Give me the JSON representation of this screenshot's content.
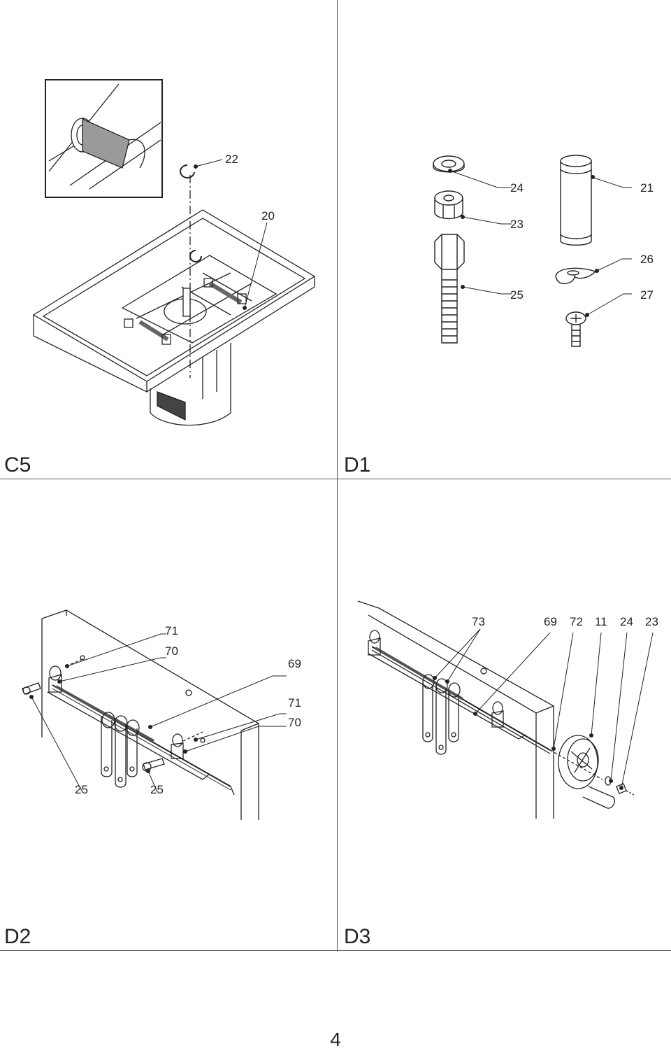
{
  "figures": {
    "c5": {
      "label": "C5",
      "callouts": [
        "22",
        "20"
      ]
    },
    "d1": {
      "label": "D1",
      "callouts": [
        "24",
        "21",
        "23",
        "26",
        "25",
        "27"
      ]
    },
    "d2": {
      "label": "D2",
      "callouts": [
        "71",
        "70",
        "69",
        "71",
        "70",
        "25",
        "25"
      ]
    },
    "d3": {
      "label": "D3",
      "callouts": [
        "73",
        "69",
        "72",
        "11",
        "24",
        "23"
      ]
    }
  },
  "page_number": "4",
  "colors": {
    "line": "#222222",
    "rule": "#555555",
    "shade": "#9a9a9a",
    "dark": "#444444"
  }
}
